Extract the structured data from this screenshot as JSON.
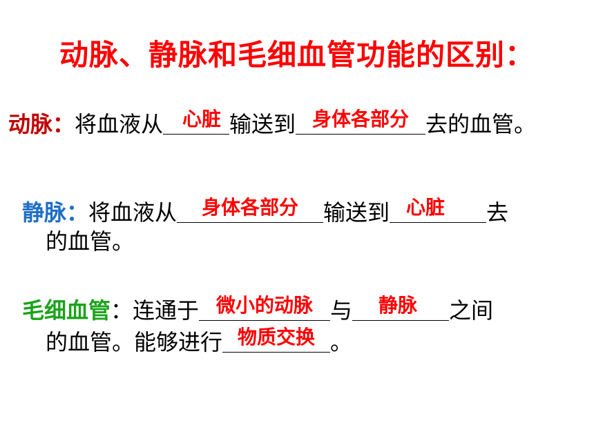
{
  "title": "动脉、静脉和毛细血管功能的区别：",
  "colors": {
    "title": "#ff0000",
    "artery_term": "#c00000",
    "vein_term": "#1f6fc5",
    "capillary_term": "#1aa31a",
    "answer": "#ff0000"
  },
  "artery": {
    "term": "动脉：",
    "text1": "将血液从",
    "answer1": "心脏",
    "text2": "输送到",
    "answer2": "身体各部分",
    "text3": "去的血管。"
  },
  "vein": {
    "term": "静脉：",
    "text1": "将血液从",
    "answer1": "身体各部分",
    "text2": "输送到",
    "answer2": "心脏",
    "text3": "去",
    "text4": "的血管。"
  },
  "capillary": {
    "term": "毛细血管",
    "text1": "：连通于",
    "answer1": "微小的动脉",
    "text2": "与",
    "answer2": "静脉",
    "text3": "之间",
    "text4": "的血管。能够进行",
    "answer3": "物质交换",
    "text5": "。"
  }
}
